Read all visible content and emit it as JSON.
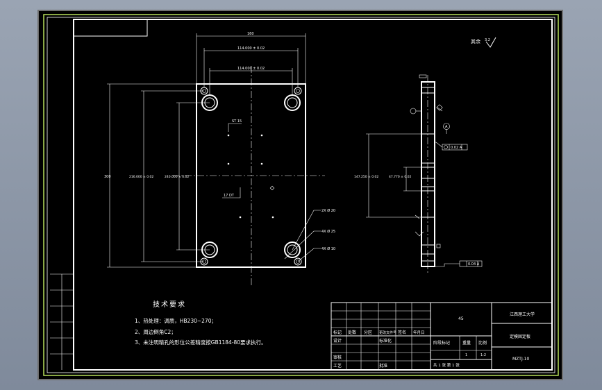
{
  "colors": {
    "sheet": "#000000",
    "line": "#ffffff",
    "border_green": "#b7e05a",
    "frame_gray": "#6e6e6e",
    "accent_red": "#ff3b3b",
    "accent_cyan": "#5fe3ff",
    "accent_yellow": "#f4e64a"
  },
  "roughness_note": "其余",
  "roughness_value": "3.2",
  "dims": {
    "overall_width": "160",
    "hole_span_outer": "114.000 ± 0.02",
    "hole_span_inner": "114.000 ± 0.02",
    "overall_height": "300",
    "vspan_a": "216.000 ± 0.02",
    "vspan_b": "240.000 ± 0.02",
    "side_span": "147.250 ± 0.02",
    "side_span_b": "47.770 ± 0.02",
    "label_st15": "ST 15",
    "label_17dt": "17 DT",
    "label_2x20": "2X Ø 20",
    "label_4x25": "4X Ø 25",
    "label_4x10": "4X Ø 10",
    "datum_a": "A",
    "tol_box_1": "0.02 A",
    "tol_box_2": "0.04 A"
  },
  "notes": {
    "title": "技术要求",
    "items": [
      "1、热处理：调质，HB230~270；",
      "2、周边倒角C2；",
      "3、未注明精孔的形位公差精度按GB1184-80要求执行。"
    ]
  },
  "left_strip": [
    "",
    "",
    "",
    "",
    "",
    ""
  ],
  "title_block": {
    "school": "江西理工大学",
    "part_name": "定模固定板",
    "drawing_no": "MZTJ-10",
    "material": "45",
    "row_headers": [
      "标记",
      "处数",
      "分区",
      "更改文件号",
      "签名",
      "年月日"
    ],
    "design_row": [
      "设计",
      "",
      "",
      "标准化",
      "",
      ""
    ],
    "approve_row": [
      "审核",
      "",
      "",
      "",
      "",
      ""
    ],
    "process_row": [
      "工艺",
      "",
      "",
      "批准",
      "",
      ""
    ],
    "stage_label": "阶段标记",
    "weight_label": "重量",
    "scale_label": "比例",
    "scale_value": "1:2",
    "sheet_info": "共 1 张  第 1 张",
    "qty": "1"
  }
}
